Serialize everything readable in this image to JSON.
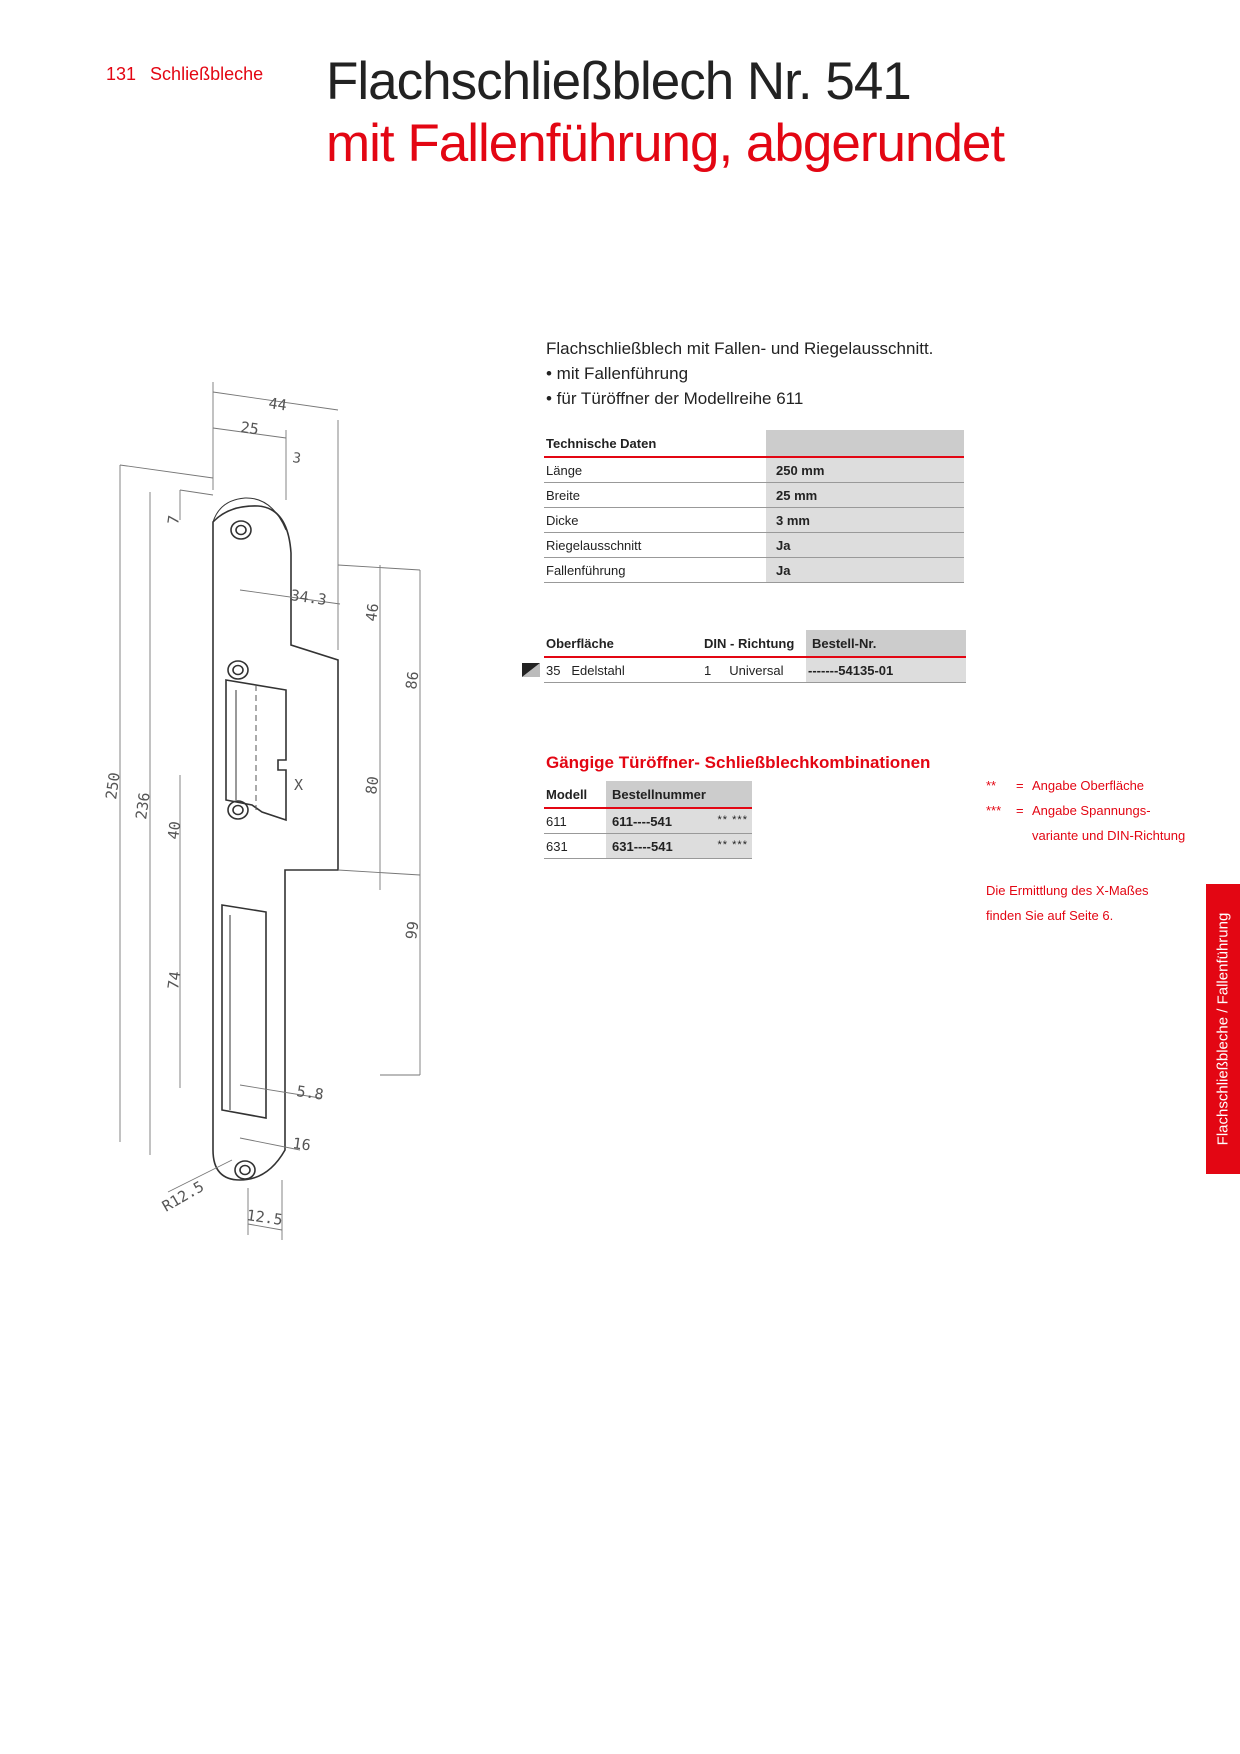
{
  "header": {
    "page_number": "131",
    "section": "Schließbleche"
  },
  "title": {
    "line1": "Flachschließblech Nr. 541",
    "line2": "mit Fallenführung, abgerundet"
  },
  "intro": {
    "text": "Flachschließblech mit Fallen- und Riegelausschnitt.",
    "bullets": [
      "• mit Fallenführung",
      "• für Türöffner der Modellreihe 611"
    ]
  },
  "tech": {
    "heading": "Technische Daten",
    "rows": [
      {
        "label": "Länge",
        "value": "250 mm"
      },
      {
        "label": "Breite",
        "value": "25 mm"
      },
      {
        "label": "Dicke",
        "value": "3 mm"
      },
      {
        "label": "Riegelausschnitt",
        "value": "Ja"
      },
      {
        "label": "Fallenführung",
        "value": "Ja"
      }
    ]
  },
  "surface": {
    "col1": "Oberfläche",
    "col2": "DIN - Richtung",
    "col3": "Bestell-Nr.",
    "row": {
      "code": "35",
      "name": "Edelstahl",
      "din": "1",
      "direction": "Universal",
      "order": "-------54135-01"
    }
  },
  "combinations": {
    "title": "Gängige Türöffner- Schließblechkombinationen",
    "col1": "Modell",
    "col2": "Bestellnummer",
    "rows": [
      {
        "model": "611",
        "order": "611----541",
        "stars": "** ***"
      },
      {
        "model": "631",
        "order": "631----541",
        "stars": "** ***"
      }
    ]
  },
  "legend": [
    {
      "sym": "**",
      "eq": "=",
      "text": "Angabe Oberfläche",
      "text2": ""
    },
    {
      "sym": "***",
      "eq": "=",
      "text": "Angabe Spannungs-",
      "text2": "variante und DIN-Richtung"
    }
  ],
  "note": {
    "line1": "Die Ermittlung des X-Maßes",
    "line2": "finden Sie auf Seite 6."
  },
  "side_tab": "Flachschließbleche / Fallenführung",
  "drawing": {
    "dims": [
      "44",
      "25",
      "3",
      "7",
      "34.3",
      "46",
      "86",
      "250",
      "236",
      "40",
      "80",
      "X",
      "99",
      "74",
      "5.8",
      "16",
      "R12.5",
      "12.5"
    ]
  }
}
